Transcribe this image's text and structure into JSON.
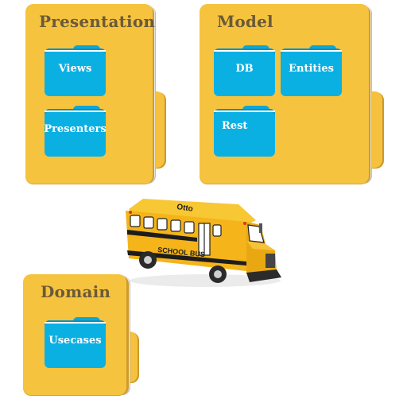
{
  "folders": {
    "presentation": {
      "title": "Presentation",
      "items": [
        "Views",
        "Presenters"
      ]
    },
    "model": {
      "title": "Model",
      "items": [
        "DB",
        "Entities",
        "Rest"
      ]
    },
    "domain": {
      "title": "Domain",
      "items": [
        "Usecases"
      ]
    }
  },
  "bus": {
    "roof_label": "Otto",
    "side_label": "SCHOOL BUS"
  },
  "colors": {
    "folder_yellow": "#f6c33e",
    "folder_text": "#6b5a39",
    "mini_folder_blue": "#0bb0e3",
    "bus_yellow": "#f4b41a"
  }
}
